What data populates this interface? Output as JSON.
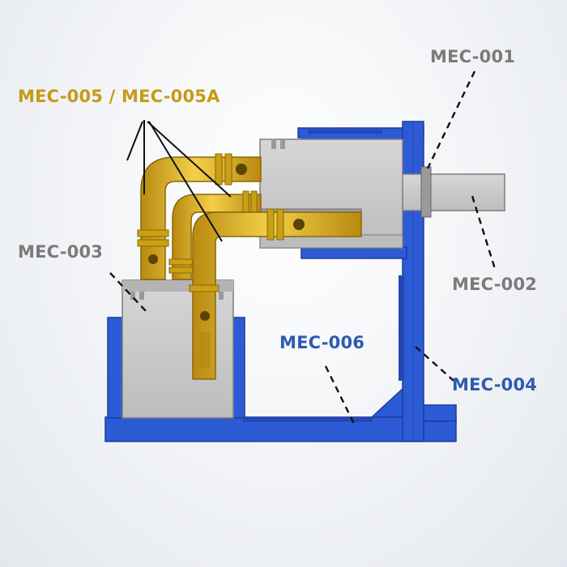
{
  "labels": {
    "mec001": "MEC-001",
    "mec002": "MEC-002",
    "mec003": "MEC-003",
    "mec004": "MEC-004",
    "mec005": "MEC-005 / MEC-005A",
    "mec006": "MEC-006"
  },
  "colors": {
    "blue_part": "#2d5bd6",
    "blue_dark": "#1d3d9a",
    "gray_part": "#c8c8c8",
    "gray_dark": "#8a8a8a",
    "gold_part": "#e0b21e",
    "gold_dark": "#a87d0a",
    "label_gray": "#7b7b7b",
    "label_gold": "#c79a16",
    "label_blue": "#2d5bb0"
  }
}
